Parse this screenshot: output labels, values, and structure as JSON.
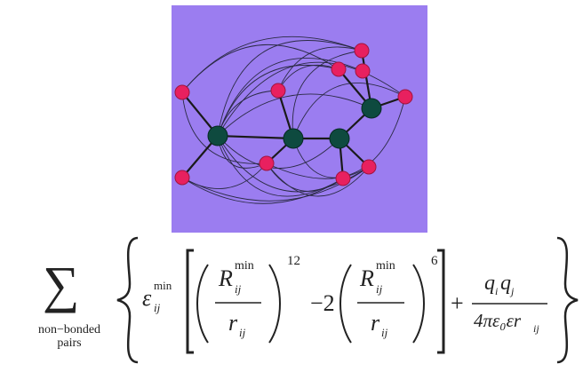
{
  "diagram": {
    "background": "#9b7df0",
    "colors": {
      "heavy_atom": "#0e4a3f",
      "hydrogen_atom": "#e8205f",
      "bond": "#1a1a1a",
      "interaction_arrow": "#2a2a44"
    },
    "atoms": [
      {
        "id": "C1",
        "kind": "heavy"
      },
      {
        "id": "C2",
        "kind": "heavy"
      },
      {
        "id": "C3",
        "kind": "heavy"
      },
      {
        "id": "C4",
        "kind": "heavy"
      },
      {
        "id": "H1",
        "kind": "hydrogen"
      },
      {
        "id": "H2",
        "kind": "hydrogen"
      },
      {
        "id": "H3",
        "kind": "hydrogen"
      },
      {
        "id": "H4",
        "kind": "hydrogen"
      },
      {
        "id": "H5",
        "kind": "hydrogen"
      },
      {
        "id": "H6",
        "kind": "hydrogen"
      },
      {
        "id": "H7",
        "kind": "hydrogen"
      },
      {
        "id": "H8",
        "kind": "hydrogen"
      },
      {
        "id": "H9",
        "kind": "hydrogen"
      },
      {
        "id": "H10",
        "kind": "hydrogen"
      }
    ]
  },
  "formula": {
    "sum_label_1": "non−bonded",
    "sum_label_2": "pairs",
    "eps": "ε",
    "eps_sub": "ij",
    "eps_sup": "min",
    "R": "R",
    "R_sub": "ij",
    "R_sup": "min",
    "r": "r",
    "r_sub": "ij",
    "exp1": "12",
    "minus_two": "−2",
    "exp2": "6",
    "plus": "+",
    "numerator": "q",
    "q_sub_i": "i",
    "q_sub_j": "j",
    "denominator": "4πε₀εr",
    "den_sub": "ij"
  }
}
